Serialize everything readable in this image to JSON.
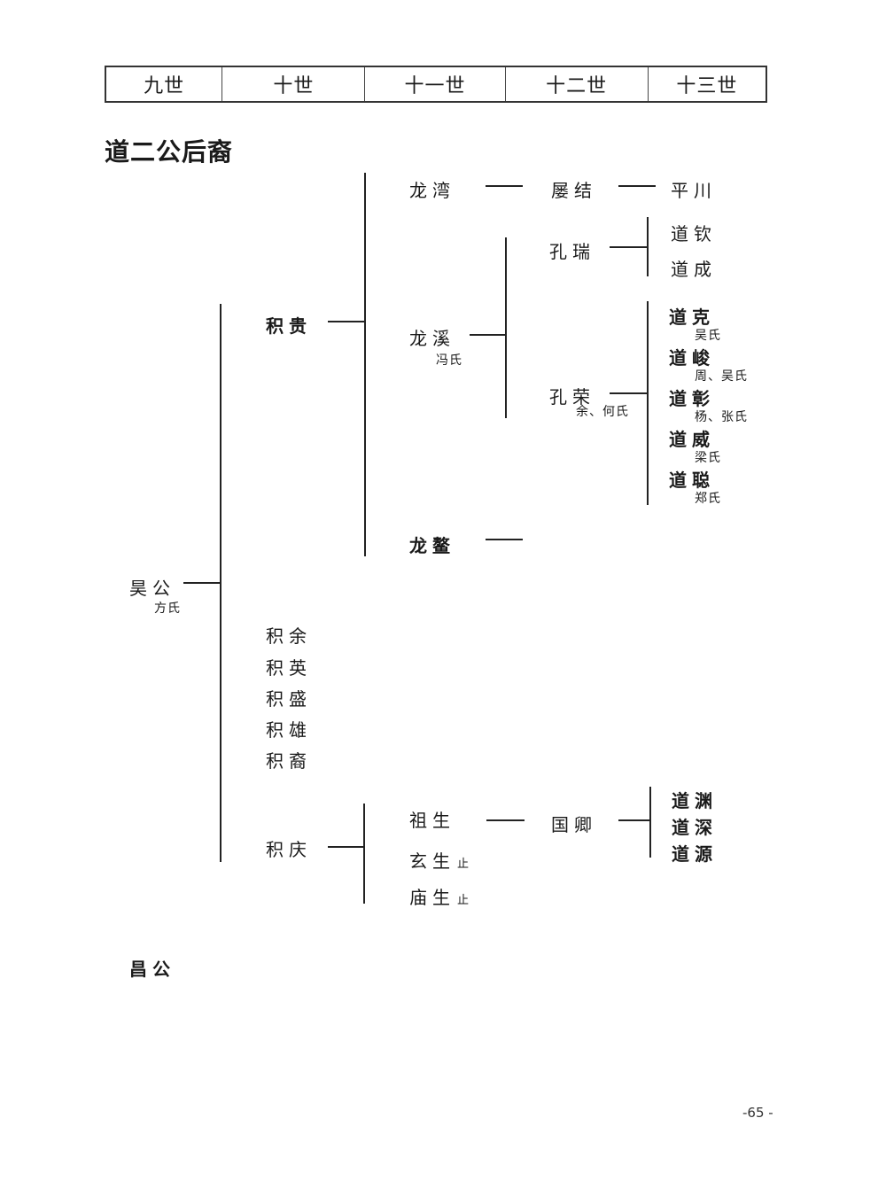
{
  "header": {
    "generations": [
      {
        "label": "九世",
        "width": 132
      },
      {
        "label": "十世",
        "width": 162
      },
      {
        "label": "十一世",
        "width": 159
      },
      {
        "label": "十二世",
        "width": 162
      },
      {
        "label": "十三世",
        "width": 133
      }
    ]
  },
  "title": "道二公后裔",
  "tree": {
    "root": {
      "name": "昊公",
      "spouse": "方氏"
    },
    "gen10": {
      "jigui": "积贵",
      "jiyu": "积余",
      "jiying": "积英",
      "jisheng": "积盛",
      "jixiong": "积雄",
      "jiyi": "积裔",
      "jiqing": "积庆"
    },
    "gen11": {
      "longwan": "龙湾",
      "longxi": "龙溪",
      "longxi_spouse": "冯氏",
      "longao": "龙鳌",
      "zusheng": "祖生",
      "xuansheng": "玄生",
      "miaosheng": "庙生",
      "stop_note": "止"
    },
    "gen12": {
      "loujie": "屡结",
      "kongrui": "孔瑞",
      "kongrong": "孔荣",
      "kongrong_spouse": "余、何氏",
      "guoqing": "国卿"
    },
    "gen13": {
      "pingchuan": "平川",
      "daoqin": "道钦",
      "daocheng": "道成",
      "daoke": "道克",
      "daoke_spouse": "吴氏",
      "daojun": "道峻",
      "daojun_spouse": "周、吴氏",
      "daozhang": "道彰",
      "daozhang_spouse": "杨、张氏",
      "daowei": "道威",
      "daowei_spouse": "梁氏",
      "daocong": "道聪",
      "daocong_spouse": "郑氏",
      "daoyuan1": "道渊",
      "daoshen": "道深",
      "daoyuan2": "道源"
    },
    "other_root": "昌公"
  },
  "page_number": "-65 -"
}
